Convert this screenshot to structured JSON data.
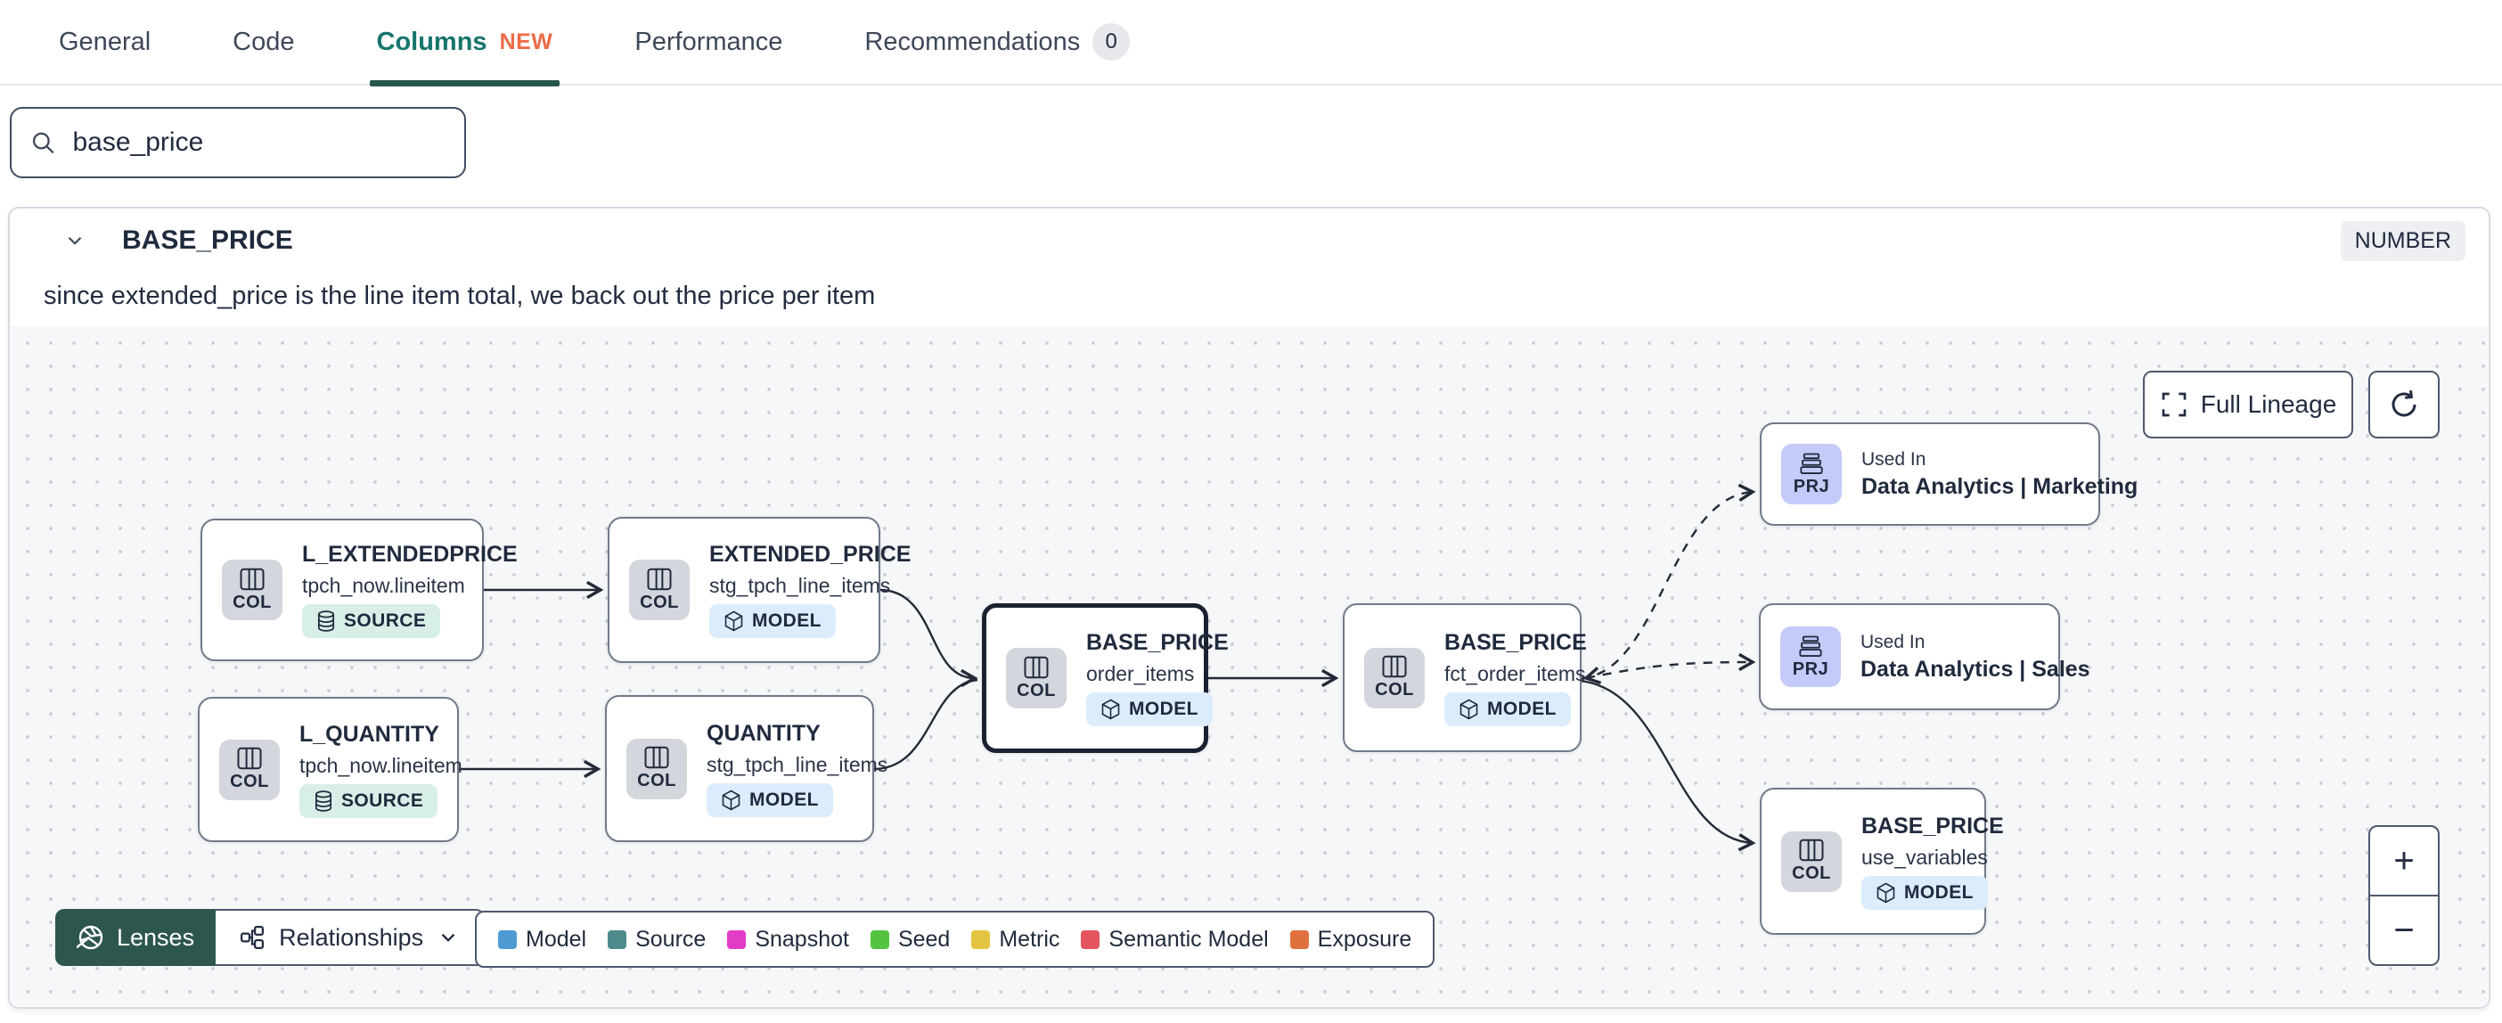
{
  "tabs": [
    {
      "label": "General",
      "active": false
    },
    {
      "label": "Code",
      "active": false
    },
    {
      "label": "Columns",
      "active": true,
      "badge": "NEW"
    },
    {
      "label": "Performance",
      "active": false
    },
    {
      "label": "Recommendations",
      "active": false,
      "count": "0"
    }
  ],
  "search": {
    "value": "base_price"
  },
  "column_panel": {
    "name": "BASE_PRICE",
    "type_badge": "NUMBER",
    "description": "since extended_price is the line item total, we back out the price per item"
  },
  "lineage": {
    "controls": {
      "full_lineage_label": "Full Lineage",
      "zoom_in_label": "+",
      "zoom_out_label": "−",
      "lenses_label": "Lenses",
      "relationships_label": "Relationships"
    },
    "badges": {
      "column": "COL",
      "project": "PRJ",
      "model": "MODEL",
      "source": "SOURCE"
    },
    "nodes": [
      {
        "title": "L_EXTENDEDPRICE",
        "subtitle": "tpch_now.lineitem",
        "resource": "SOURCE",
        "kind": "COL"
      },
      {
        "title": "EXTENDED_PRICE",
        "subtitle": "stg_tpch_line_items",
        "resource": "MODEL",
        "kind": "COL"
      },
      {
        "title": "L_QUANTITY",
        "subtitle": "tpch_now.lineitem",
        "resource": "SOURCE",
        "kind": "COL"
      },
      {
        "title": "QUANTITY",
        "subtitle": "stg_tpch_line_items",
        "resource": "MODEL",
        "kind": "COL"
      },
      {
        "title": "BASE_PRICE",
        "subtitle": "order_items",
        "resource": "MODEL",
        "kind": "COL",
        "selected": true
      },
      {
        "title": "BASE_PRICE",
        "subtitle": "fct_order_items",
        "resource": "MODEL",
        "kind": "COL"
      },
      {
        "title": "Used In",
        "subtitle": "Data Analytics | Marketing",
        "kind": "PRJ"
      },
      {
        "title": "Used In",
        "subtitle": "Data Analytics | Sales",
        "kind": "PRJ"
      },
      {
        "title": "BASE_PRICE",
        "subtitle": "use_variables",
        "resource": "MODEL",
        "kind": "COL"
      }
    ],
    "legend": [
      {
        "label": "Model",
        "color": "#4e9bd4"
      },
      {
        "label": "Source",
        "color": "#4e8b8b"
      },
      {
        "label": "Snapshot",
        "color": "#e33cc7"
      },
      {
        "label": "Seed",
        "color": "#54c440"
      },
      {
        "label": "Metric",
        "color": "#e3c440"
      },
      {
        "label": "Semantic Model",
        "color": "#e4555f"
      },
      {
        "label": "Exposure",
        "color": "#e0703d"
      }
    ],
    "colors": {
      "active_tab": "#17756c",
      "new_badge": "#ec6a45",
      "lenses_bg": "#2d564f",
      "selected_border": "#1a2130"
    }
  }
}
